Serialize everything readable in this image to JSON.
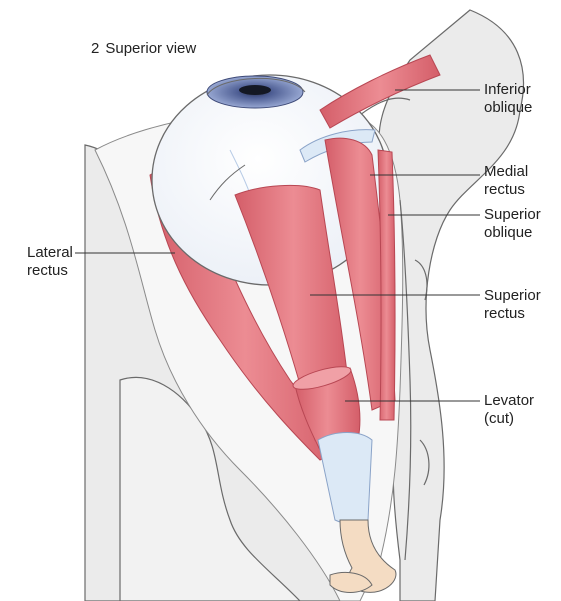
{
  "figure": {
    "number": "2",
    "title": "Superior view"
  },
  "labels": {
    "inferior_oblique": [
      "Inferior",
      "oblique"
    ],
    "medial_rectus": [
      "Medial",
      "rectus"
    ],
    "superior_oblique": [
      "Superior",
      "oblique"
    ],
    "lateral_rectus": [
      "Lateral",
      "rectus"
    ],
    "superior_rectus": [
      "Superior",
      "rectus"
    ],
    "levator": [
      "Levator",
      "(cut)"
    ]
  },
  "colors": {
    "muscle": "#e2737c",
    "muscle_dark": "#c94f5b",
    "bone": "#ebebeb",
    "bone_outline": "#6a6a6a",
    "tendon": "#dce9f6",
    "eye_white": "#ffffff",
    "iris": "#5b6fa8",
    "optic_nerve": "#f4dcc3"
  }
}
